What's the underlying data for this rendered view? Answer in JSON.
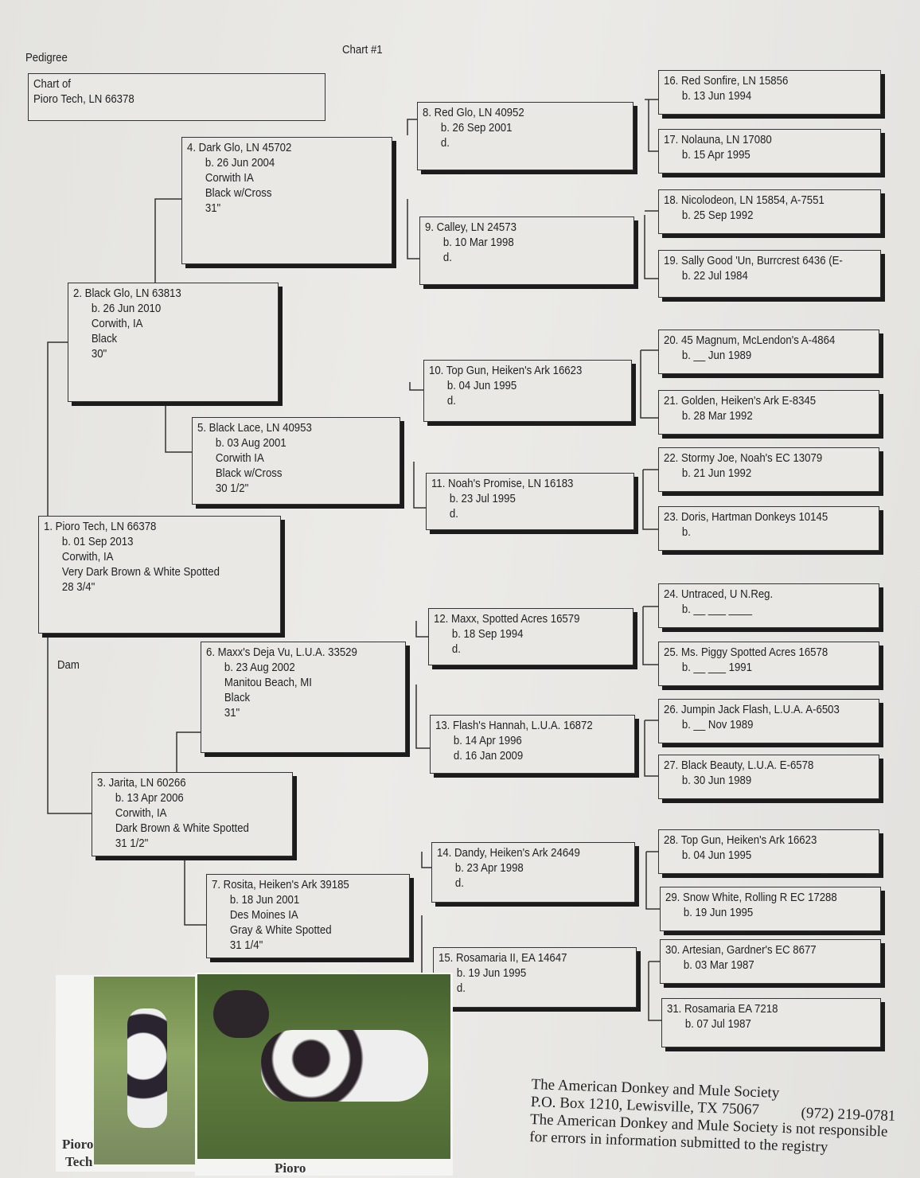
{
  "header": {
    "title": "Pedigree",
    "chart_number": "Chart #1",
    "chart_of_label": "Chart of",
    "chart_of_value": "Pioro Tech, LN 66378",
    "dam_label": "Dam"
  },
  "animals": {
    "1": [
      "1. Pioro Tech, LN 66378",
      "b. 01 Sep 2013",
      "Corwith, IA",
      "Very Dark Brown & White Spotted",
      "28 3/4\""
    ],
    "2": [
      "2. Black Glo, LN 63813",
      "b. 26 Jun 2010",
      "Corwith, IA",
      "Black",
      "30\""
    ],
    "3": [
      "3. Jarita, LN 60266",
      "b. 13 Apr 2006",
      "Corwith, IA",
      "Dark Brown & White Spotted",
      "31 1/2\""
    ],
    "4": [
      "4. Dark Glo, LN 45702",
      "b. 26 Jun 2004",
      "Corwith IA",
      "Black w/Cross",
      "31\""
    ],
    "5": [
      "5. Black Lace, LN 40953",
      "b. 03 Aug 2001",
      "Corwith IA",
      "Black w/Cross",
      "30 1/2\""
    ],
    "6": [
      "6. Maxx's Deja Vu, L.U.A. 33529",
      "b. 23 Aug 2002",
      "Manitou Beach, MI",
      "Black",
      "31\""
    ],
    "7": [
      "7. Rosita, Heiken's Ark 39185",
      "b. 18 Jun 2001",
      "Des Moines IA",
      "Gray & White Spotted",
      "31 1/4\""
    ],
    "8": [
      "8. Red Glo, LN 40952",
      "b. 26 Sep 2001",
      "d."
    ],
    "9": [
      "9. Calley, LN 24573",
      "b. 10 Mar 1998",
      "d."
    ],
    "10": [
      "10. Top Gun, Heiken's Ark 16623",
      "b. 04 Jun 1995",
      "d."
    ],
    "11": [
      "11. Noah's Promise, LN 16183",
      "b. 23 Jul 1995",
      "d."
    ],
    "12": [
      "12. Maxx, Spotted Acres 16579",
      "b. 18 Sep 1994",
      "d."
    ],
    "13": [
      "13. Flash's Hannah, L.U.A. 16872",
      "b. 14 Apr 1996",
      "d. 16 Jan 2009"
    ],
    "14": [
      "14. Dandy, Heiken's Ark 24649",
      "b. 23 Apr 1998",
      "d."
    ],
    "15": [
      "15. Rosamaria II, EA 14647",
      "b. 19 Jun 1995",
      "d."
    ],
    "16": [
      "16. Red Sonfire, LN 15856",
      "b. 13 Jun 1994"
    ],
    "17": [
      "17. Nolauna, LN 17080",
      "b. 15 Apr 1995"
    ],
    "18": [
      "18. Nicolodeon, LN 15854, A-7551",
      "b. 25 Sep 1992"
    ],
    "19": [
      "19. Sally Good 'Un, Burrcrest 6436 (E-",
      "b. 22 Jul 1984"
    ],
    "20": [
      "20. 45 Magnum, McLendon's A-4864",
      "b. __ Jun 1989"
    ],
    "21": [
      "21. Golden, Heiken's Ark E-8345",
      "b. 28 Mar 1992"
    ],
    "22": [
      "22. Stormy Joe, Noah's EC 13079",
      "b. 21 Jun 1992"
    ],
    "23": [
      "23. Doris, Hartman Donkeys 10145",
      "b."
    ],
    "24": [
      "24. Untraced, U N.Reg.",
      "b. __ ___ ____"
    ],
    "25": [
      "25. Ms. Piggy Spotted Acres 16578",
      "b. __ ___ 1991"
    ],
    "26": [
      "26. Jumpin Jack Flash, L.U.A. A-6503",
      "b. __ Nov 1989"
    ],
    "27": [
      "27. Black Beauty, L.U.A. E-6578",
      "b. 30 Jun 1989"
    ],
    "28": [
      "28. Top Gun, Heiken's Ark 16623",
      "b. 04 Jun 1995"
    ],
    "29": [
      "29. Snow White, Rolling R EC 17288",
      "b. 19 Jun 1995"
    ],
    "30": [
      "30. Artesian, Gardner's EC 8677",
      "b. 03 Mar 1987"
    ],
    "31": [
      "31. Rosamaria EA 7218",
      "b. 07 Jul 1987"
    ]
  },
  "photos": {
    "left_label_1": "Pioro",
    "left_label_2": "Tech",
    "right_label": "Pioro"
  },
  "footer": {
    "line1": "The American Donkey and Mule Society",
    "line2": "P.O. Box 1210, Lewisville, TX 75067",
    "phone": "(972) 219-0781",
    "line3": "The American Donkey and Mule Society is not responsible",
    "line4": "for errors in information submitted to the registry"
  }
}
